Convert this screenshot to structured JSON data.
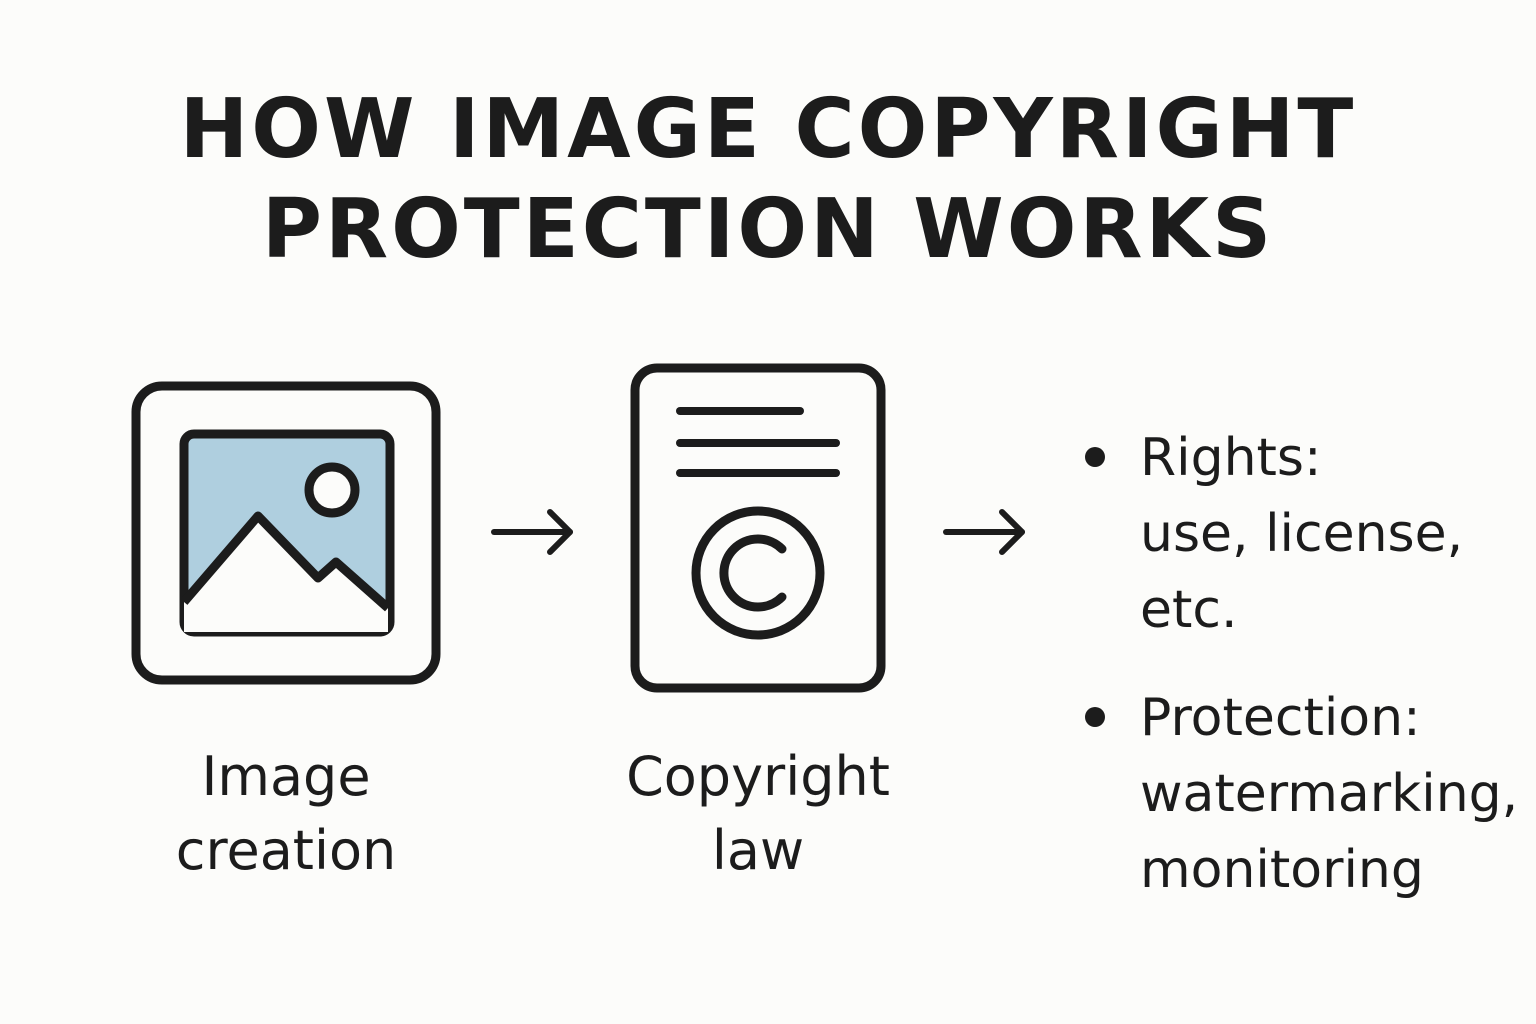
{
  "title": {
    "line1": "HOW IMAGE COPYRIGHT",
    "line2": "PROTECTION WORKS"
  },
  "steps": [
    {
      "icon": "image-icon",
      "caption_line1": "Image",
      "caption_line2": "creation"
    },
    {
      "icon": "copyright-document-icon",
      "caption_line1": "Copyright",
      "caption_line2": "law"
    }
  ],
  "bullets": [
    {
      "lines": [
        "Rights:",
        "use, license,",
        "etc."
      ]
    },
    {
      "lines": [
        "Protection:",
        "watermarking,",
        "monitoring"
      ]
    }
  ],
  "colors": {
    "background": "#fcfcfa",
    "ink": "#1c1c1c",
    "sky": "#afcfdf"
  }
}
